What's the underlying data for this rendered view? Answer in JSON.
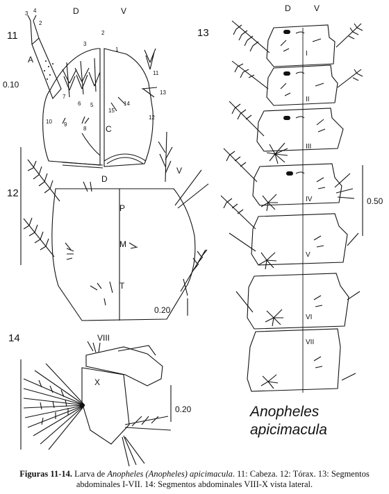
{
  "fig11": {
    "label": "11",
    "dorsal": "D",
    "ventral": "V",
    "antenna": "A",
    "clypeus": "C",
    "scale": "0.10",
    "setae": [
      "1",
      "2",
      "3",
      "4",
      "5",
      "6",
      "7",
      "8",
      "9",
      "10",
      "11",
      "12",
      "13",
      "14",
      "15"
    ]
  },
  "fig12": {
    "label": "12",
    "dorsal": "D",
    "ventral": "V",
    "prothorax": "P",
    "mesothorax": "M",
    "metathorax": "T",
    "scale": "0.20"
  },
  "fig13": {
    "label": "13",
    "dorsal": "D",
    "ventral": "V",
    "segments": [
      "I",
      "II",
      "III",
      "IV",
      "V",
      "VI",
      "VII"
    ],
    "scale": "0.50"
  },
  "fig14": {
    "label": "14",
    "segment8": "VIII",
    "segment10": "X",
    "scale": "0.20"
  },
  "species": {
    "line1": "Anopheles",
    "line2": "apicimacula"
  },
  "caption": {
    "prefix": "Figuras 11-14.",
    "text1": " Larva de ",
    "taxon": "Anopheles (Anopheles) apicimacula",
    "text2": ". 11: Cabeza. 12: Tórax. 13: Segmentos",
    "line2": "abdominales I-VII. 14: Segmentos abdominales VIII-X vista lateral."
  }
}
